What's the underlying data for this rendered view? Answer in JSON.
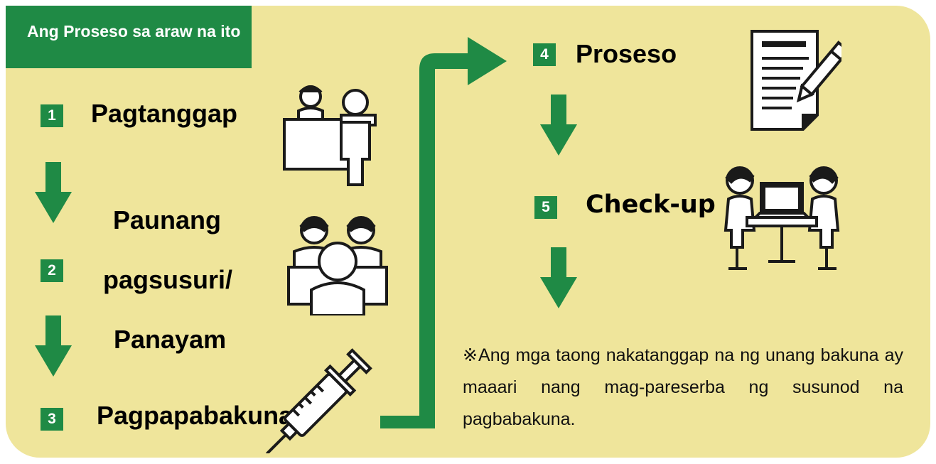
{
  "header": {
    "title": "Ang Proseso sa araw na ito"
  },
  "steps": [
    {
      "number": "1",
      "label": "Pagtanggap"
    },
    {
      "number": "2",
      "label_lines": [
        "Paunang",
        "pagsusuri/",
        "Panayam"
      ]
    },
    {
      "number": "3",
      "label": "Pagpapabakuna"
    },
    {
      "number": "4",
      "label": "Proseso"
    },
    {
      "number": "5",
      "label": "Check-up"
    }
  ],
  "note": "※Ang mga taong nakatanggap na ng unang bakuna ay maaari nang mag-pareserba ng susunod na pagbabakuna.",
  "colors": {
    "accent": "#1f8a45",
    "panel": "#efe59b",
    "text": "#000000"
  },
  "icons": [
    "reception-icon",
    "interview-icon",
    "syringe-icon",
    "document-pen-icon",
    "checkup-laptop-icon"
  ]
}
